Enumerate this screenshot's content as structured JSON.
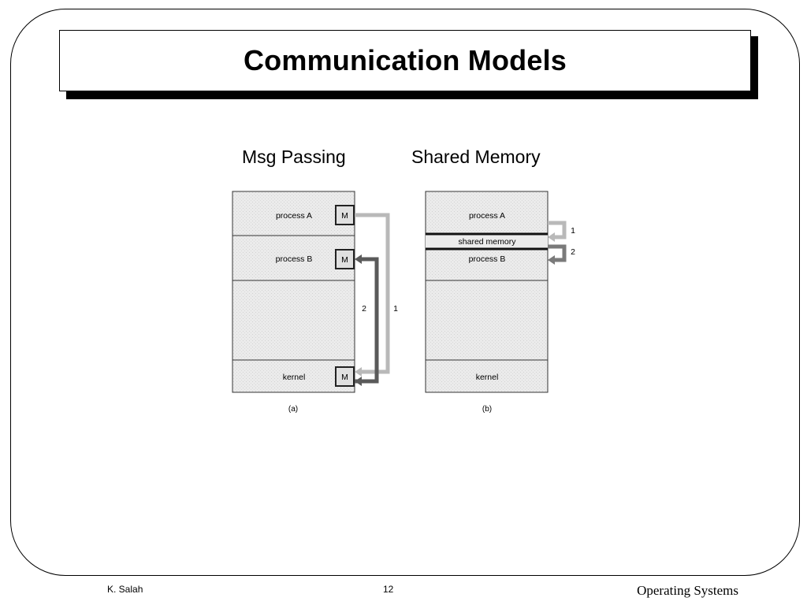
{
  "slide": {
    "title": "Communication Models",
    "left_heading": "Msg Passing",
    "right_heading": "Shared Memory"
  },
  "diagram_a": {
    "process_a": "process A",
    "process_b": "process B",
    "kernel": "kernel",
    "mailbox": "M",
    "arrow_1": "1",
    "arrow_2": "2",
    "caption": "(a)"
  },
  "diagram_b": {
    "process_a": "process A",
    "shared_memory": "shared memory",
    "process_b": "process B",
    "kernel": "kernel",
    "arrow_1": "1",
    "arrow_2": "2",
    "caption": "(b)"
  },
  "footer": {
    "author": "K. Salah",
    "page": "12",
    "course": "Operating Systems"
  },
  "colors": {
    "box_fill": "#e9e9e9",
    "arrow_light": "#b9b9b9",
    "arrow_dark": "#5a5a5a"
  }
}
